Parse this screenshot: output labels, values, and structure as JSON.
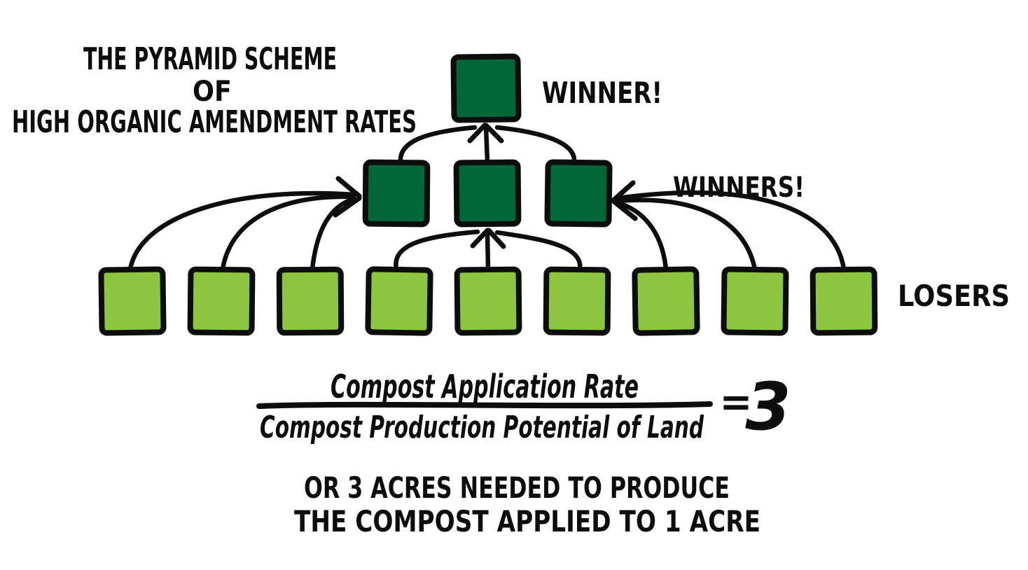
{
  "title": {
    "line1": "THE PYRAMID SCHEME",
    "line2": "OF",
    "line3": "HIGH ORGANIC AMENDMENT RATES"
  },
  "pyramid": {
    "top": {
      "count": 1,
      "label": "WINNER!"
    },
    "middle": {
      "count": 3,
      "label": "WINNERS!"
    },
    "bottom": {
      "count": 9,
      "label": "LOSERS"
    }
  },
  "formula": {
    "numerator": "Compost Application Rate",
    "denominator": "Compost Production Potential of Land",
    "equals_sign": "=",
    "result": "3"
  },
  "caption": {
    "line1": "OR 3 ACRES NEEDED TO PRODUCE",
    "line2": "THE COMPOST APPLIED TO 1 ACRE"
  },
  "colors": {
    "winner_box": "#006838",
    "loser_box": "#8CC63E",
    "ink": "#0d0d0d",
    "background": "#ffffff"
  }
}
